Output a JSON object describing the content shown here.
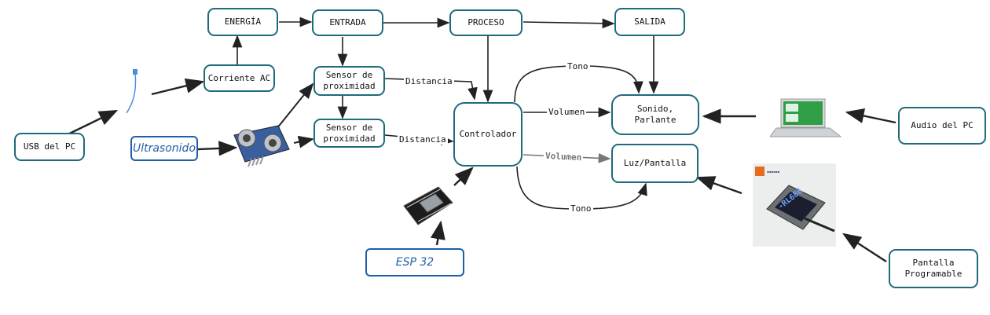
{
  "nodes": {
    "energia": "ENERGÍA",
    "entrada": "ENTRADA",
    "proceso": "PROCESO",
    "salida": "SALIDA",
    "corriente_ac": "Corriente AC",
    "sensor_1": "Sensor de\nproximidad",
    "sensor_2": "Sensor de\nproximidad",
    "controlador": "Controlador",
    "sonido": "Sonido,\nParlante",
    "luz": "Luz/Pantalla",
    "usb": "USB del PC",
    "ultrasonido": "Ultrasonido",
    "esp32": "ESP 32",
    "audio_pc": "Audio del PC",
    "pantalla_prog": "Pantalla\nProgramable"
  },
  "edge_labels": {
    "distancia_1": "Distancia",
    "distancia_2": "Distancia",
    "tono_top": "Tono",
    "volumen_1": "Volumen",
    "volumen_2": "Volumen",
    "tono_bottom": "Tono"
  },
  "display_reading": "-RL686",
  "colors": {
    "box_border": "#1e6b7b",
    "hand_border": "#1f5fa8",
    "arrow": "#222222"
  }
}
